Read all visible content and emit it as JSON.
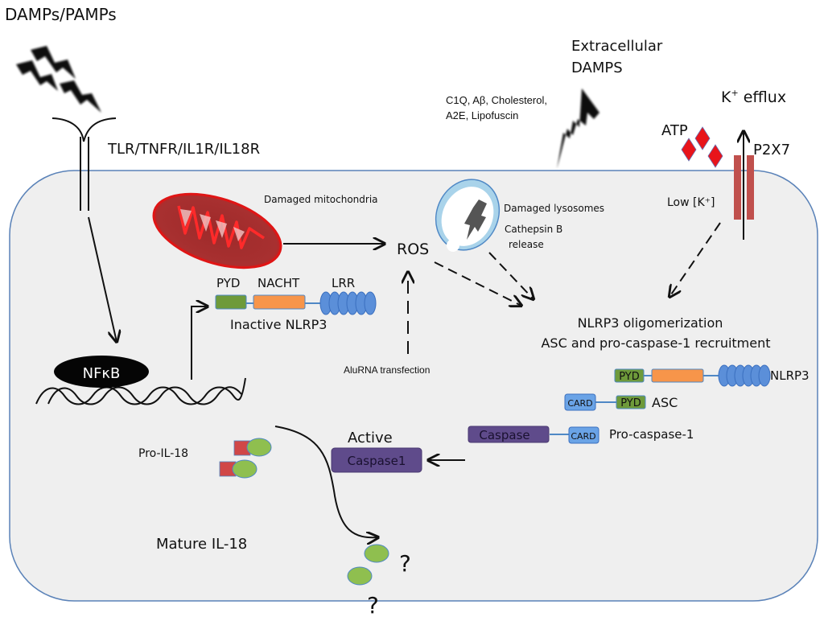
{
  "labels": {
    "damps_pamps": "DAMPs/PAMPs",
    "receptor": "TLR/TNFR/IL1R/IL18R",
    "extracellular_line1": "Extracellular",
    "extracellular_line2": "DAMPS",
    "damps_list_line1": "C1Q, Aβ, Cholesterol,",
    "damps_list_line2": "A2E, Lipofuscin",
    "k_efflux_k": "K",
    "k_efflux_sup": "+",
    "k_efflux_rest": " efflux",
    "atp": "ATP",
    "p2x7": "P2X7",
    "low_k": "Low [K⁺]",
    "damaged_mito": "Damaged mitochondria",
    "ros": "ROS",
    "damaged_lyso": "Damaged lysosomes",
    "cathepsin_line1": "Cathepsin B",
    "cathepsin_line2": "release",
    "pyd": "PYD",
    "nacht": "NACHT",
    "lrr": "LRR",
    "inactive_nlrp3": "Inactive NLRP3",
    "nfkb": "NFκB",
    "alurna": "AluRNA transfection",
    "oligomerization_line1": "NLRP3 oligomerization",
    "oligomerization_line2": "ASC and pro-caspase-1 recruitment",
    "nlrp3": "NLRP3",
    "card": "CARD",
    "asc": "ASC",
    "caspase": "Caspase",
    "pro_caspase1": "Pro-caspase-1",
    "active": "Active",
    "caspase1": "Caspase1",
    "pro_il18": "Pro-IL-18",
    "mature_il18": "Mature IL-18",
    "question": "?"
  },
  "colors": {
    "cell_fill": "#efefef",
    "cell_border": "#5a82b8",
    "pyd_green": "#6e9a3a",
    "nacht_orange": "#f7954a",
    "lrr_blue": "#5b8fd9",
    "card_blue": "#6aa3e6",
    "caspase_purple": "#5f4b8b",
    "mito_red": "#a82c2c",
    "atp_red": "#e8141a",
    "channel_red": "#c0504d",
    "il18_red": "#d04747",
    "il18_green": "#8fbf4f"
  }
}
